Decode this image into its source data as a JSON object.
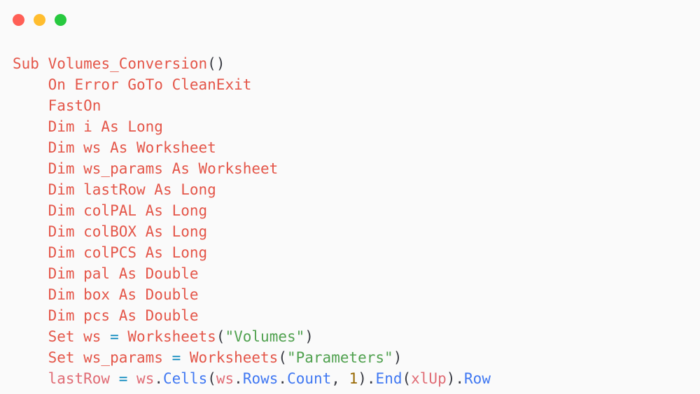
{
  "window": {
    "traffic_lights": [
      {
        "name": "close-button",
        "color": "#ff5f56"
      },
      {
        "name": "minimize-button",
        "color": "#ffbd2e"
      },
      {
        "name": "maximize-button",
        "color": "#27c93f"
      }
    ]
  },
  "theme": {
    "background": "#fafafa",
    "keyword": "#e45649",
    "identifier": "#e45649",
    "variable": "#e06c75",
    "property": "#4078f2",
    "string": "#50a14f",
    "number": "#986801",
    "operator": "#0184bc",
    "punctuation": "#383a42",
    "default": "#383a42"
  },
  "language": "vba",
  "code": {
    "lines": [
      {
        "indent": 0,
        "text": "Sub Volumes_Conversion()",
        "tokens": [
          {
            "t": "Sub",
            "c": "keyword"
          },
          {
            "t": " ",
            "c": "default"
          },
          {
            "t": "Volumes_Conversion",
            "c": "identifier"
          },
          {
            "t": "(",
            "c": "punctuation"
          },
          {
            "t": ")",
            "c": "punctuation"
          }
        ]
      },
      {
        "indent": 1,
        "text": "On Error GoTo CleanExit",
        "tokens": [
          {
            "t": "On Error GoTo CleanExit",
            "c": "keyword"
          }
        ]
      },
      {
        "indent": 1,
        "text": "FastOn",
        "tokens": [
          {
            "t": "FastOn",
            "c": "keyword"
          }
        ]
      },
      {
        "indent": 1,
        "text": "Dim i As Long",
        "tokens": [
          {
            "t": "Dim i As Long",
            "c": "keyword"
          }
        ]
      },
      {
        "indent": 1,
        "text": "Dim ws As Worksheet",
        "tokens": [
          {
            "t": "Dim ws As Worksheet",
            "c": "keyword"
          }
        ]
      },
      {
        "indent": 1,
        "text": "Dim ws_params As Worksheet",
        "tokens": [
          {
            "t": "Dim ws_params As Worksheet",
            "c": "keyword"
          }
        ]
      },
      {
        "indent": 1,
        "text": "Dim lastRow As Long",
        "tokens": [
          {
            "t": "Dim lastRow As Long",
            "c": "keyword"
          }
        ]
      },
      {
        "indent": 1,
        "text": "Dim colPAL As Long",
        "tokens": [
          {
            "t": "Dim colPAL As Long",
            "c": "keyword"
          }
        ]
      },
      {
        "indent": 1,
        "text": "Dim colBOX As Long",
        "tokens": [
          {
            "t": "Dim colBOX As Long",
            "c": "keyword"
          }
        ]
      },
      {
        "indent": 1,
        "text": "Dim colPCS As Long",
        "tokens": [
          {
            "t": "Dim colPCS As Long",
            "c": "keyword"
          }
        ]
      },
      {
        "indent": 1,
        "text": "Dim pal As Double",
        "tokens": [
          {
            "t": "Dim pal As Double",
            "c": "keyword"
          }
        ]
      },
      {
        "indent": 1,
        "text": "Dim box As Double",
        "tokens": [
          {
            "t": "Dim box As Double",
            "c": "keyword"
          }
        ]
      },
      {
        "indent": 1,
        "text": "Dim pcs As Double",
        "tokens": [
          {
            "t": "Dim pcs As Double",
            "c": "keyword"
          }
        ]
      },
      {
        "indent": 1,
        "text": "Set ws = Worksheets(\"Volumes\")",
        "tokens": [
          {
            "t": "Set ws ",
            "c": "keyword"
          },
          {
            "t": "=",
            "c": "operator"
          },
          {
            "t": " Worksheets",
            "c": "keyword"
          },
          {
            "t": "(",
            "c": "punctuation"
          },
          {
            "t": "\"Volumes\"",
            "c": "string"
          },
          {
            "t": ")",
            "c": "punctuation"
          }
        ]
      },
      {
        "indent": 1,
        "text": "Set ws_params = Worksheets(\"Parameters\")",
        "tokens": [
          {
            "t": "Set ws_params ",
            "c": "keyword"
          },
          {
            "t": "=",
            "c": "operator"
          },
          {
            "t": " Worksheets",
            "c": "keyword"
          },
          {
            "t": "(",
            "c": "punctuation"
          },
          {
            "t": "\"Parameters\"",
            "c": "string"
          },
          {
            "t": ")",
            "c": "punctuation"
          }
        ]
      },
      {
        "indent": 1,
        "text": "lastRow = ws.Cells(ws.Rows.Count, 1).End(xlUp).Row",
        "tokens": [
          {
            "t": "lastRow ",
            "c": "variable"
          },
          {
            "t": "=",
            "c": "operator"
          },
          {
            "t": " ",
            "c": "default"
          },
          {
            "t": "ws",
            "c": "variable"
          },
          {
            "t": ".",
            "c": "punctuation"
          },
          {
            "t": "Cells",
            "c": "property"
          },
          {
            "t": "(",
            "c": "punctuation"
          },
          {
            "t": "ws",
            "c": "variable"
          },
          {
            "t": ".",
            "c": "punctuation"
          },
          {
            "t": "Rows",
            "c": "property"
          },
          {
            "t": ".",
            "c": "punctuation"
          },
          {
            "t": "Count",
            "c": "property"
          },
          {
            "t": ", ",
            "c": "punctuation"
          },
          {
            "t": "1",
            "c": "number"
          },
          {
            "t": ")",
            "c": "punctuation"
          },
          {
            "t": ".",
            "c": "punctuation"
          },
          {
            "t": "End",
            "c": "property"
          },
          {
            "t": "(",
            "c": "punctuation"
          },
          {
            "t": "xlUp",
            "c": "variable"
          },
          {
            "t": ")",
            "c": "punctuation"
          },
          {
            "t": ".",
            "c": "punctuation"
          },
          {
            "t": "Row",
            "c": "property"
          }
        ]
      }
    ]
  }
}
